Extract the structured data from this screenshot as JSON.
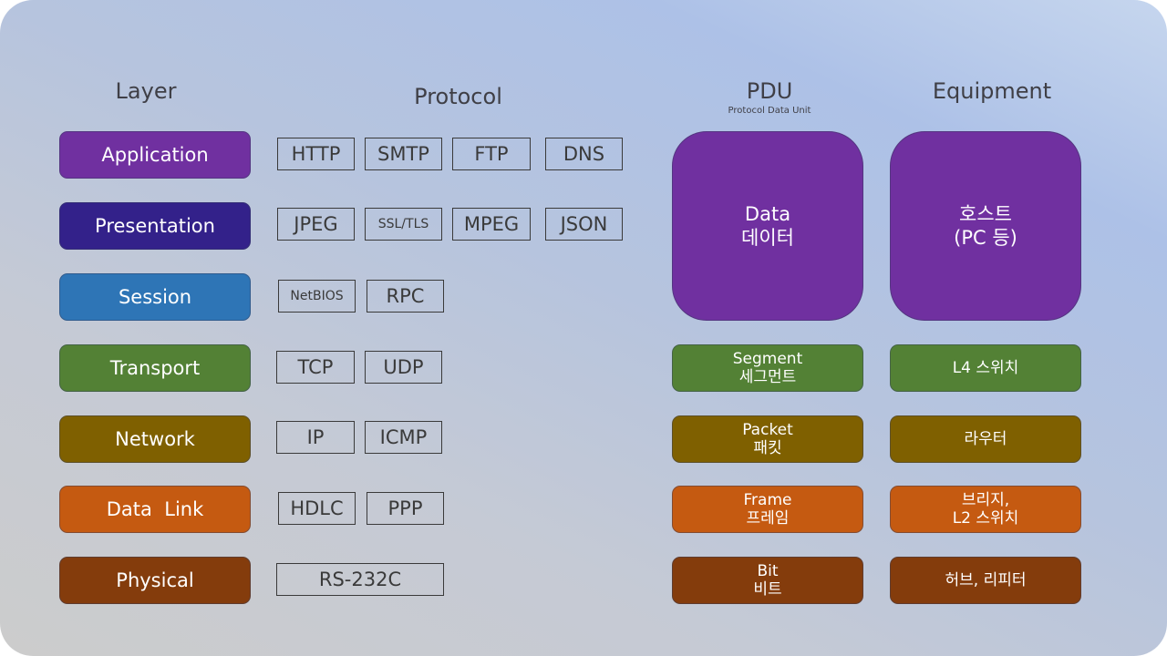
{
  "headers": {
    "layer": "Layer",
    "protocol": "Protocol",
    "pdu": "PDU",
    "pdu_sub": "Protocol Data Unit",
    "equipment": "Equipment"
  },
  "colors": {
    "application": "#7030a0",
    "presentation": "#33218a",
    "session": "#2e75b6",
    "transport": "#538135",
    "network": "#7f6000",
    "data_link": "#c55a11",
    "physical": "#843c0c"
  },
  "layers": [
    {
      "name": "Application",
      "protocols": [
        "HTTP",
        "SMTP",
        "FTP",
        "DNS"
      ]
    },
    {
      "name": "Presentation",
      "protocols": [
        "JPEG",
        "SSL/TLS",
        "MPEG",
        "JSON"
      ]
    },
    {
      "name": "Session",
      "protocols": [
        "NetBIOS",
        "RPC"
      ]
    },
    {
      "name": "Transport",
      "protocols": [
        "TCP",
        "UDP"
      ]
    },
    {
      "name": "Network",
      "protocols": [
        "IP",
        "ICMP"
      ]
    },
    {
      "name": "Data  Link",
      "protocols": [
        "HDLC",
        "PPP"
      ]
    },
    {
      "name": "Physical",
      "protocols": [
        "RS-232C"
      ]
    }
  ],
  "pdu": [
    {
      "en": "Data",
      "ko": "데이터"
    },
    {
      "en": "Segment",
      "ko": "세그먼트"
    },
    {
      "en": "Packet",
      "ko": "패킷"
    },
    {
      "en": "Frame",
      "ko": "프레임"
    },
    {
      "en": "Bit",
      "ko": "비트"
    }
  ],
  "equipment": [
    {
      "line1": "호스트",
      "line2": "(PC 등)"
    },
    {
      "line1": "L4 스위치",
      "line2": ""
    },
    {
      "line1": "라우터",
      "line2": ""
    },
    {
      "line1": "브리지,",
      "line2": "L2 스위치"
    },
    {
      "line1": "허브, 리피터",
      "line2": ""
    }
  ]
}
